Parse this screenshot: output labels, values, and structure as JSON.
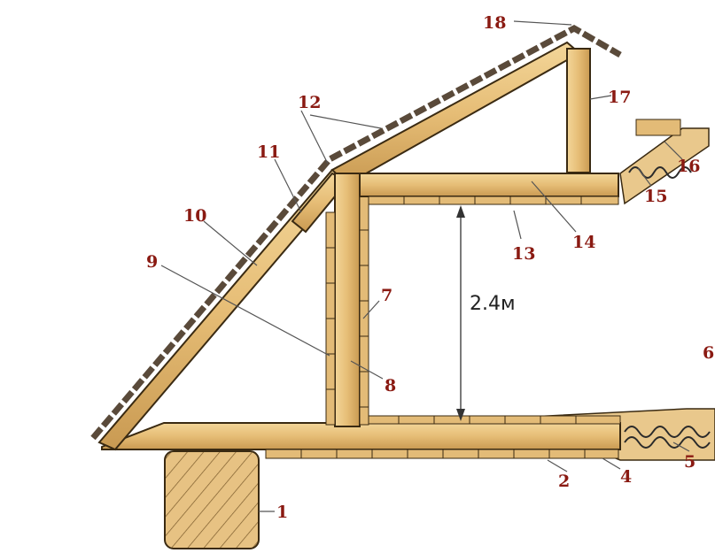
{
  "labels": {
    "l1": "1",
    "l2": "2",
    "l4": "4",
    "l5": "5",
    "l6": "6",
    "l7": "7",
    "l8": "8",
    "l9": "9",
    "l10": "10",
    "l11": "11",
    "l12": "12",
    "l13": "13",
    "l14": "14",
    "l15": "15",
    "l16": "16",
    "l17": "17",
    "l18": "18"
  },
  "dimension": "2.4м",
  "colors": {
    "wood_light": "#f0cf8e",
    "wood_dark": "#c99a52",
    "label": "#8a1a12",
    "outline": "#3a2a12"
  }
}
